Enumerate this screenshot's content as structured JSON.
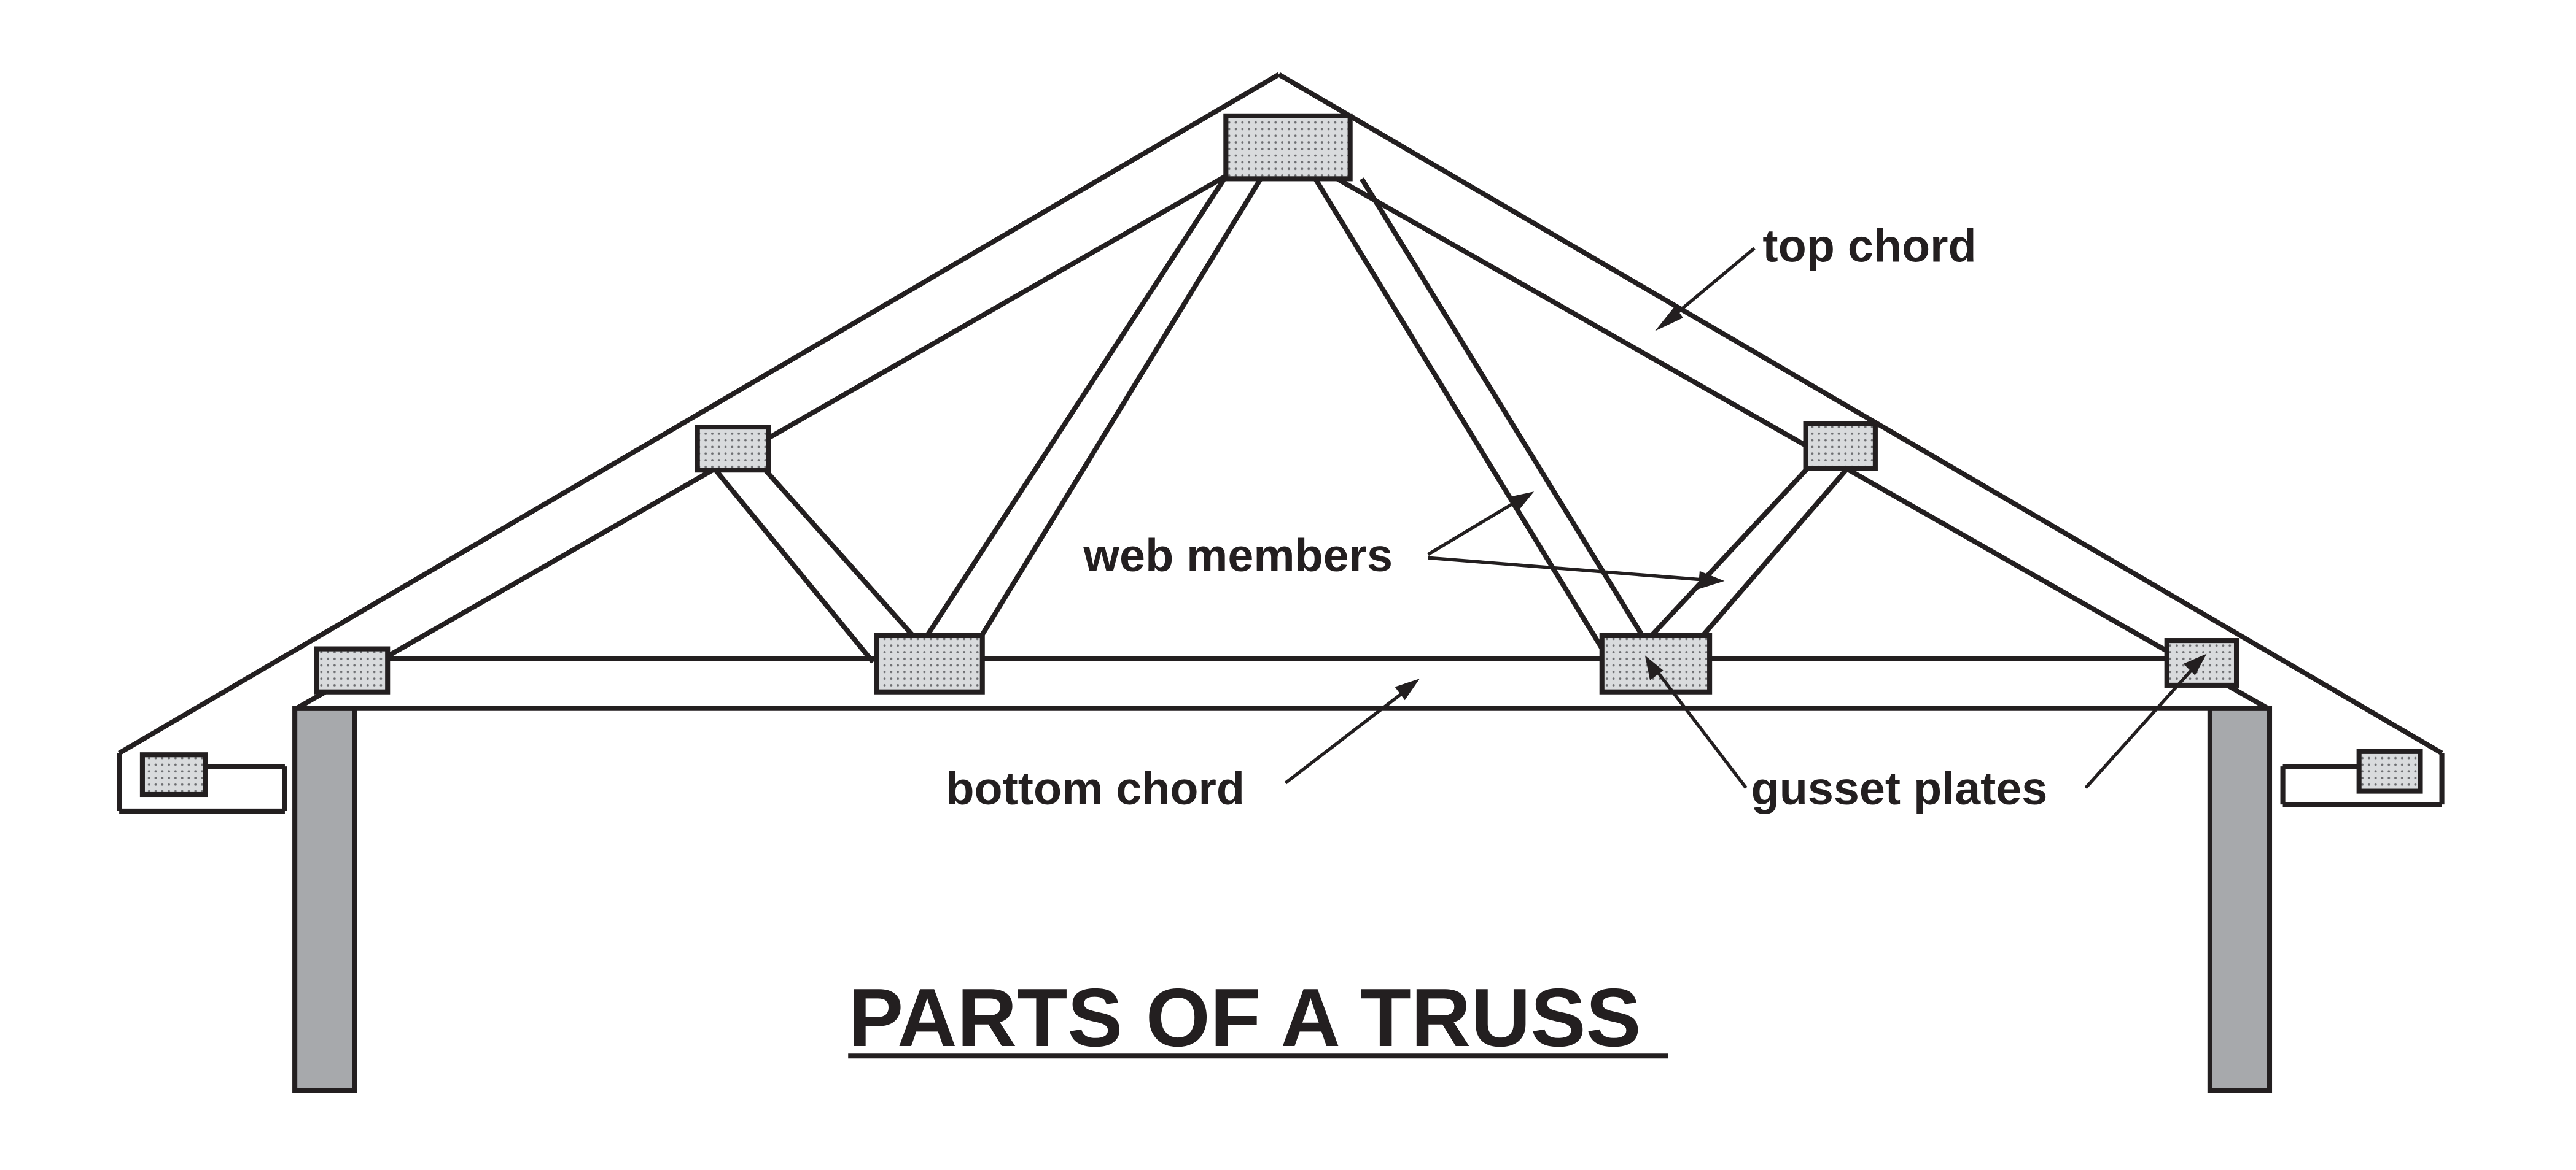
{
  "diagram": {
    "title": "PARTS OF A TRUSS",
    "labels": {
      "top_chord": "top chord",
      "web_members": "web members",
      "bottom_chord": "bottom chord",
      "gusset_plates": "gusset plates"
    }
  },
  "colors": {
    "line": "#231f20",
    "plate_fill": "#d9dbdd",
    "plate_dots": "#6d6e71",
    "post_fill": "#a7a9ac",
    "background": "#ffffff"
  }
}
